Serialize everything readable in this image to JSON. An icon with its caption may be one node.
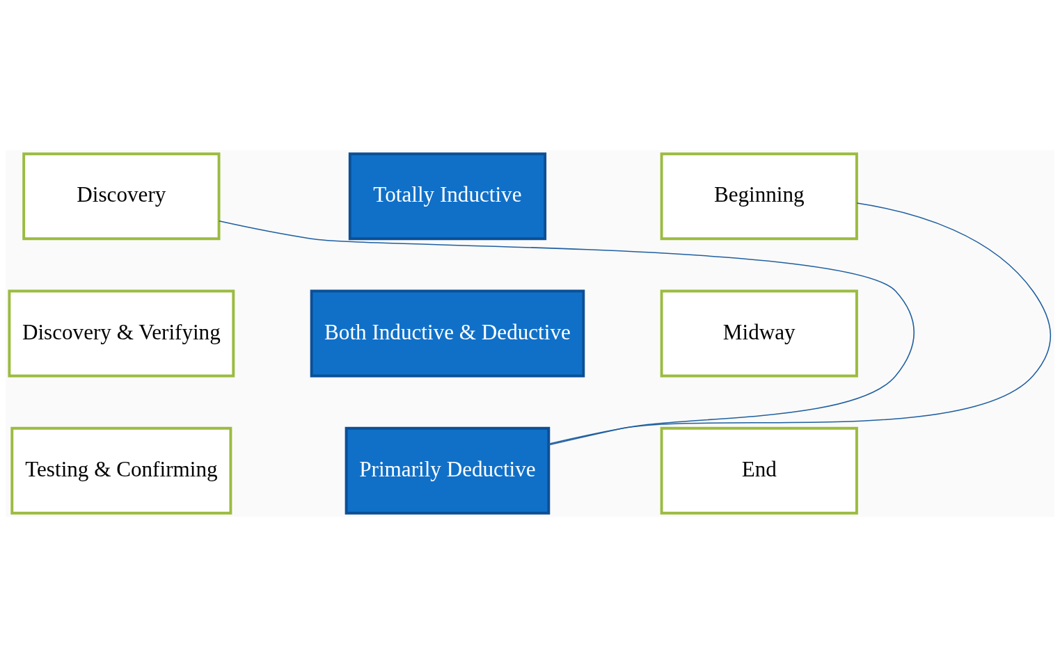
{
  "diagram": {
    "nodes": [
      {
        "text": [
          "Discovery"
        ]
      },
      {
        "text": [
          "Totally Inductive"
        ]
      },
      {
        "text": [
          "Beginning"
        ]
      },
      {
        "text": [
          "Discovery & Verifying"
        ]
      },
      {
        "text": [
          "Both Inductive & Deductive"
        ]
      },
      {
        "text": [
          "Midway"
        ]
      },
      {
        "text": [
          "Testing & Confirming"
        ]
      },
      {
        "text": [
          "Primarily Deductive"
        ]
      },
      {
        "text": [
          "End"
        ]
      }
    ],
    "edges": [
      {
        "from": 0,
        "to": 7,
        "arrow": "none"
      },
      {
        "from": 2,
        "to": 7,
        "arrow": "none"
      }
    ]
  }
}
